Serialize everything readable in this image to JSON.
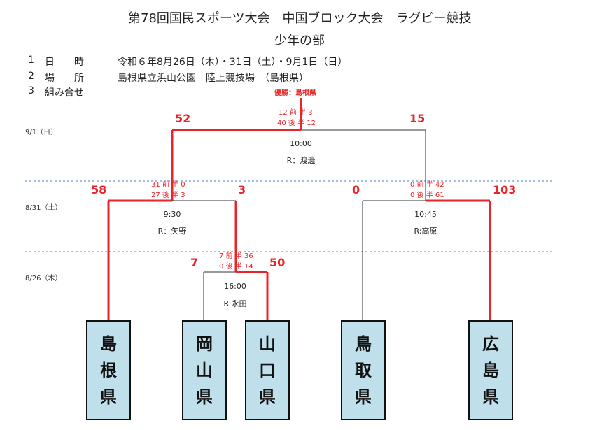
{
  "header": {
    "title": "第78回国民スポーツ大会　中国ブロック大会　ラグビー競技",
    "subtitle": "少年の部"
  },
  "info": [
    {
      "num": "1",
      "label": "日　　時",
      "value": "令和６年8月26日（木）・31日（土）・9月1日（日）"
    },
    {
      "num": "2",
      "label": "場　　所",
      "value": "島根県立浜山公園　陸上競技場　（島根県）"
    },
    {
      "num": "3",
      "label": "組み合せ",
      "value": ""
    }
  ],
  "winner": "優勝：島根県",
  "rounds": [
    {
      "date": "9/1（日）"
    },
    {
      "date": "8/31（土）"
    },
    {
      "date": "8/26（木）"
    }
  ],
  "final": {
    "time": "10:00",
    "referee": "R：渡邊",
    "left_score": "52",
    "right_score": "15",
    "first_half": "12 前 半 3",
    "second_half": "40 後 半 12"
  },
  "semi_left": {
    "time": "9:30",
    "referee": "R：矢野",
    "left_score": "58",
    "right_score": "3",
    "first_half": "31 前 半 0",
    "second_half": "27 後 半 3"
  },
  "semi_right": {
    "time": "10:45",
    "referee": "R:高原",
    "left_score": "0",
    "right_score": "103",
    "first_half": "0 前 半 42",
    "second_half": "0 後 半 61"
  },
  "first_round": {
    "time": "16:00",
    "referee": "R:永田",
    "left_score": "7",
    "right_score": "50",
    "first_half": "7 前 半 36",
    "second_half": "0 後 半 14"
  },
  "teams": [
    {
      "c1": "島",
      "c2": "根",
      "c3": "県"
    },
    {
      "c1": "岡",
      "c2": "山",
      "c3": "県"
    },
    {
      "c1": "山",
      "c2": "口",
      "c3": "県"
    },
    {
      "c1": "鳥",
      "c2": "取",
      "c3": "県"
    },
    {
      "c1": "広",
      "c2": "島",
      "c3": "県"
    }
  ],
  "colors": {
    "winner_line": "#e8262a",
    "loser_line": "#333333",
    "team_fill": "#bfe0ea",
    "divider": "#4a7fb5"
  }
}
